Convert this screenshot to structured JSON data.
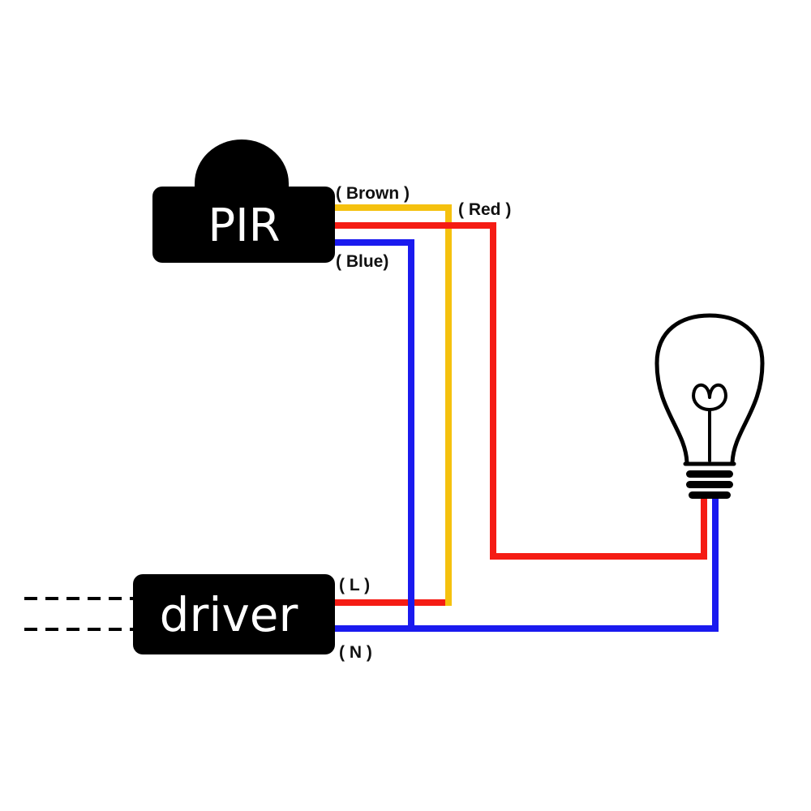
{
  "pir": {
    "label": "PIR",
    "wires": {
      "brown": "( Brown )",
      "red": "( Red )",
      "blue": "( Blue)"
    }
  },
  "driver": {
    "label": "driver",
    "terminals": {
      "live": "( L )",
      "neutral": "( N )"
    }
  },
  "colors": {
    "brown_wire": "#f5c10e",
    "red_wire": "#f51c14",
    "blue_wire": "#1a1aef",
    "box": "#000000",
    "box_text": "#ffffff"
  },
  "icons": [
    "lightbulb-icon"
  ]
}
